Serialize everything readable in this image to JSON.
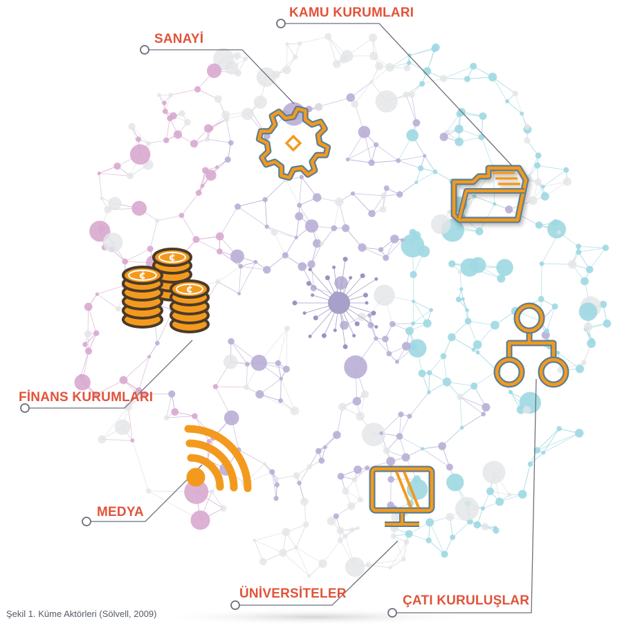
{
  "colors": {
    "label": "#E1533A",
    "icon_fill": "#F39A1E",
    "icon_stroke": "#5E7E8F",
    "purple": "#B9AED6",
    "pink": "#D8A9CF",
    "cyan": "#9FD8E2",
    "grey": "#E4E5E7",
    "leader": "#6b6f7a"
  },
  "labels": {
    "kamu": "KAMU KURUMLARI",
    "sanayi": "SANAYİ",
    "finans": "FİNANS KURUMLARI",
    "medya": "MEDYA",
    "universiteler": "ÜNİVERSİTELER",
    "cati": "ÇATI KURULUŞLAR"
  },
  "icons": {
    "sanayi": "gear-icon",
    "kamu": "folder-icon",
    "finans": "coins-icon",
    "cati": "hierarchy-icon",
    "medya": "rss-icon",
    "universiteler": "monitor-icon",
    "coin_symbol": "¢"
  },
  "caption": "Şekil 1. Küme Aktörleri (Sölvell, 2009)"
}
